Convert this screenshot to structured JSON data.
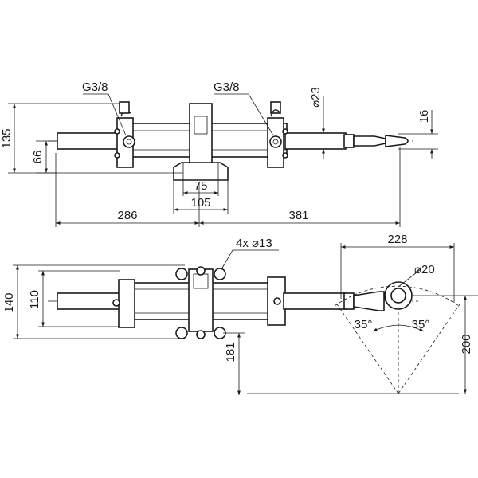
{
  "labels": {
    "port_left": "G3/8",
    "port_right": "G3/8",
    "rod_diameter": "⌀23",
    "tip_diameter": "16",
    "overall_height": "135",
    "centre_height": "66",
    "mount_inner": "75",
    "mount_outer": "105",
    "left_length": "286",
    "right_length": "381",
    "reach": "228",
    "holes": "4x ⌀13",
    "eye_diameter": "⌀20",
    "width_outer": "140",
    "width_inner": "110",
    "depth": "181",
    "angle_left": "35°",
    "angle_right": "35°",
    "swing_height": "200"
  }
}
